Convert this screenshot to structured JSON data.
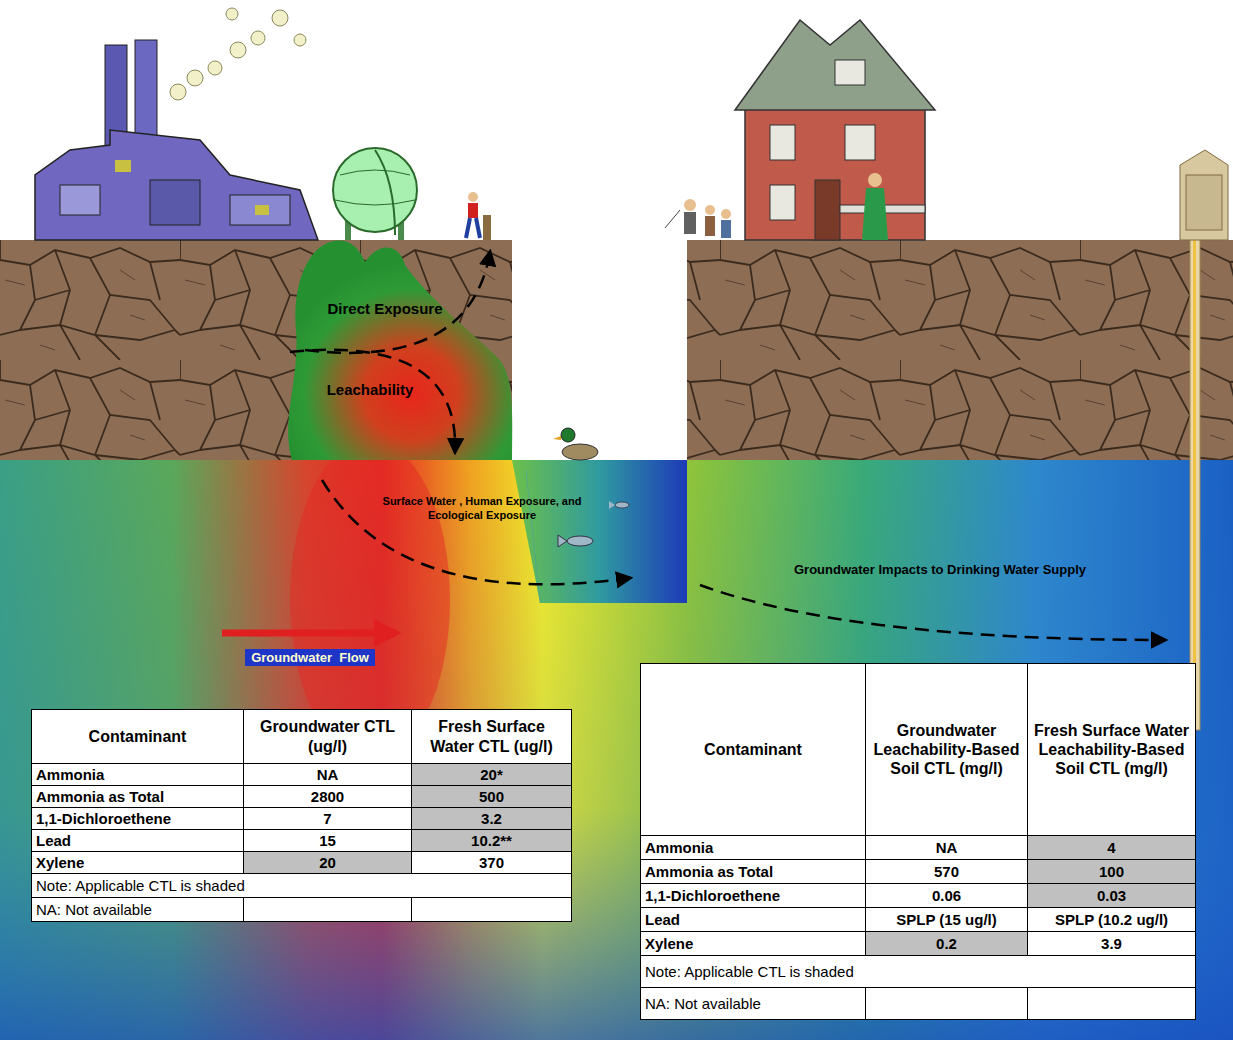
{
  "diagram": {
    "nodes": [
      {
        "text": [
          "Groundwater  Flow"
        ]
      }
    ],
    "labels": [
      "Direct Exposure",
      "Leachability",
      "Surface Water , Human Exposure, and Ecological Exposure",
      "Groundwater Impacts to Drinking Water Supply",
      "Contaminant",
      "Groundwater CTL (ug/l)",
      "Fresh Surface Water CTL (ug/l)",
      "Ammonia",
      "NA",
      "20*",
      "Ammonia as Total",
      "2800",
      "500",
      "1,1-Dichloroethene",
      "7",
      "3.2",
      "Lead",
      "15",
      "10.2**",
      "Xylene",
      "20",
      "370",
      "Note: Applicable CTL is shaded",
      "NA: Not available",
      "Contaminant",
      "Groundwater Leachability-Based Soil CTL (mg/l)",
      "Fresh Surface Water Leachability-Based Soil CTL (mg/l)",
      "Ammonia",
      "NA",
      "4",
      "Ammonia as Total",
      "570",
      "100",
      "1,1-Dichloroethene",
      "0.06",
      "0.03",
      "Lead",
      "SPLP (15 ug/l)",
      "SPLP (10.2 ug/l)",
      "Xylene",
      "0.2",
      "3.9",
      "Note: Applicable CTL is shaded",
      "NA: Not available"
    ]
  }
}
